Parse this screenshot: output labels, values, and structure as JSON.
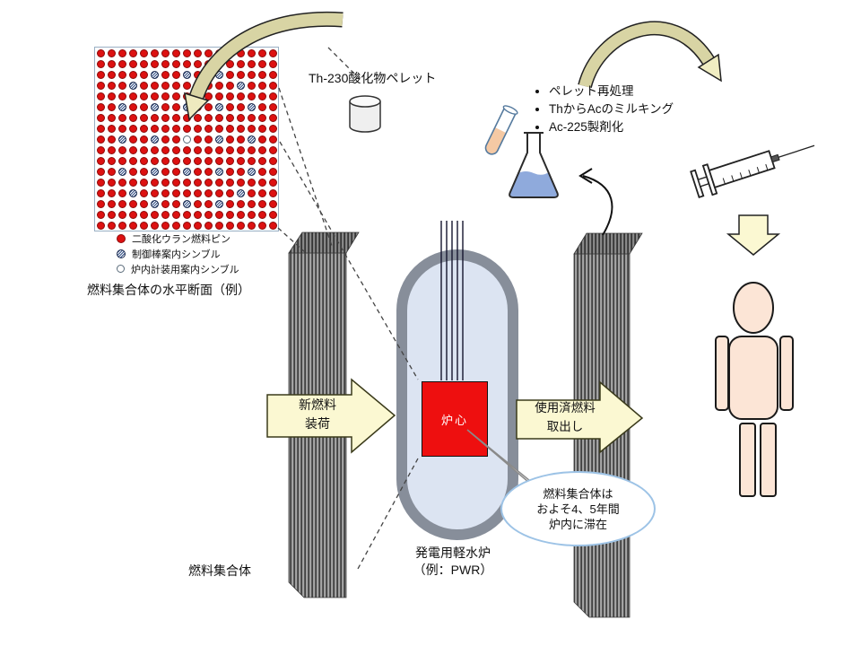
{
  "cross_section": {
    "label": "燃料集合体の水平断面（例）",
    "legend": [
      {
        "key": "fuel-pin",
        "label": "二酸化ウラン燃料ピン"
      },
      {
        "key": "guide-thimble",
        "label": "制御棒案内シンブル"
      },
      {
        "key": "instrument-thimble",
        "label": "炉内計装用案内シンブル"
      }
    ],
    "grid": {
      "rows": 17,
      "cols": 17,
      "guide_thimbles": [
        [
          3,
          6
        ],
        [
          3,
          9
        ],
        [
          3,
          12
        ],
        [
          4,
          4
        ],
        [
          4,
          14
        ],
        [
          6,
          3
        ],
        [
          6,
          6
        ],
        [
          6,
          9
        ],
        [
          6,
          12
        ],
        [
          6,
          15
        ],
        [
          9,
          3
        ],
        [
          9,
          6
        ],
        [
          9,
          12
        ],
        [
          9,
          15
        ],
        [
          12,
          3
        ],
        [
          12,
          6
        ],
        [
          12,
          9
        ],
        [
          12,
          12
        ],
        [
          12,
          15
        ],
        [
          14,
          4
        ],
        [
          14,
          14
        ],
        [
          15,
          6
        ],
        [
          15,
          9
        ],
        [
          15,
          12
        ]
      ],
      "instrument_tube": [
        9,
        9
      ]
    }
  },
  "pellet_label": "Th-230酸化物ペレット",
  "process_steps": [
    "ペレット再処理",
    "ThからAcのミルキング",
    "Ac-225製剤化"
  ],
  "load_arrow": {
    "line1": "新燃料",
    "line2": "装荷"
  },
  "unload_arrow": {
    "line1": "使用済燃料",
    "line2": "取出し"
  },
  "core_label": "炉心",
  "assembly_label": "燃料集合体",
  "reactor_label": {
    "line1": "発電用軽水炉",
    "line2": "（例：PWR）"
  },
  "bubble": {
    "line1": "燃料集合体は",
    "line2": "およそ4、5年間",
    "line3": "炉内に滞在"
  },
  "colors": {
    "fuel_pin": "#dd1111",
    "core": "#ee0f0f",
    "arrow_fill": "#fbf8d2",
    "vessel_fill": "#dce4f2",
    "vessel_border": "#878e9a",
    "flask_liquid": "#8faadc",
    "tube_liquid": "#f5c9a4",
    "person_fill": "#fce5d6",
    "curve_arrow": "#d8d4a4",
    "bubble_border": "#9dc3e6"
  }
}
